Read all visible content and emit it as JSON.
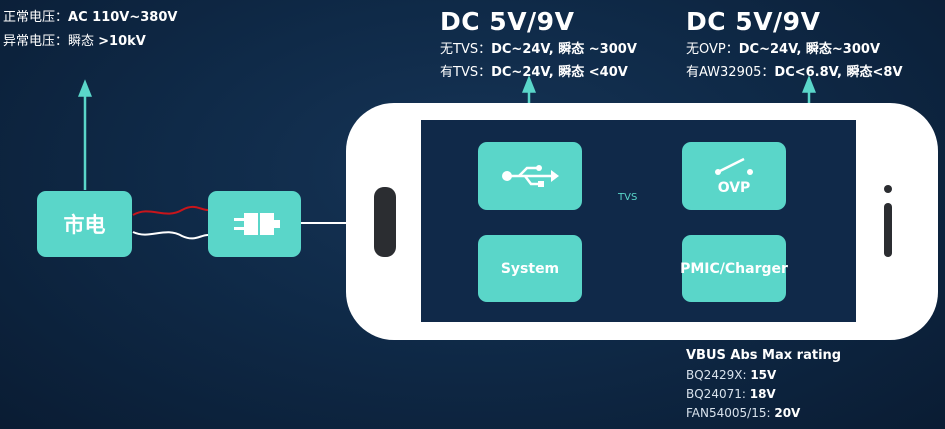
{
  "mains_spec": {
    "normal": {
      "label": "正常电压：",
      "value": "AC 110V~380V"
    },
    "abnormal": {
      "label": "异常电压：瞬态",
      "value": ">10kV"
    }
  },
  "usb_spec": {
    "title": "DC 5V/9V",
    "line1": {
      "label": "无TVS：",
      "value": "DC~24V, 瞬态 ~300V"
    },
    "line2": {
      "label": "有TVS：",
      "value": "DC~24V, 瞬态 <40V"
    }
  },
  "ovp_spec": {
    "title": "DC 5V/9V",
    "line1": {
      "label": "无OVP：",
      "value": "DC~24V, 瞬态~300V"
    },
    "line2": {
      "label": "有AW32905：",
      "value": "DC<6.8V, 瞬态<8V"
    }
  },
  "blocks": {
    "mains": "市电",
    "system": "System",
    "pmic": "PMIC/Charger",
    "ovp": "OVP",
    "tvs": "TVS"
  },
  "vbus": {
    "title": "VBUS Abs Max rating",
    "rows": [
      {
        "part": "BQ2429X:",
        "value": "15V"
      },
      {
        "part": "BQ24071:",
        "value": "18V"
      },
      {
        "part": "FAN54005/15:",
        "value": "20V"
      }
    ]
  },
  "colors": {
    "accent": "#5ad6c9",
    "background": "#0f2a48",
    "phone": "#ffffff",
    "red_wire": "#c8151b"
  }
}
